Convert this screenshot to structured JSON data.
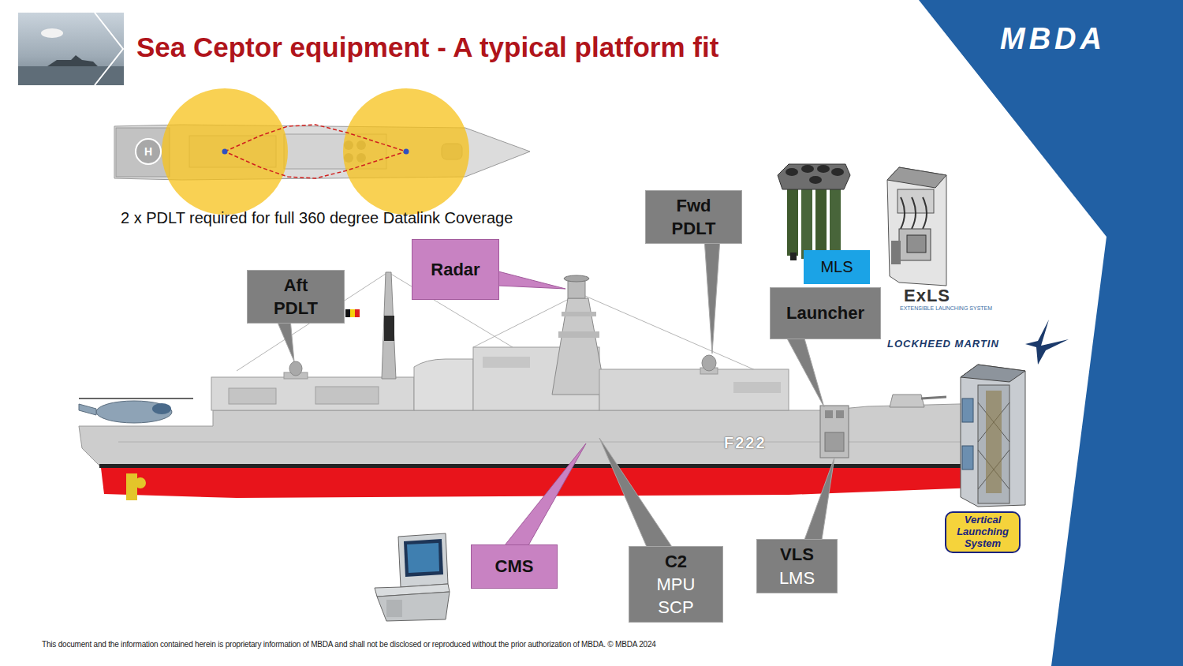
{
  "diagram": {
    "title": "Sea Ceptor equipment - A typical platform fit",
    "nodes": [
      {
        "text": [
          "Aft PDLT"
        ]
      },
      {
        "text": [
          "Radar"
        ]
      },
      {
        "text": [
          "Fwd PDLT"
        ]
      },
      {
        "text": [
          "MLS"
        ]
      },
      {
        "text": [
          "Launcher"
        ]
      },
      {
        "text": [
          "CMS"
        ]
      },
      {
        "text": [
          "C2",
          "MPU SCP"
        ]
      },
      {
        "text": [
          "VLS",
          "LMS"
        ]
      }
    ],
    "labels": [
      "MBDA",
      "2 x PDLT required for full 360 degree Datalink Coverage",
      "H",
      "F222",
      "ExLS",
      "EXTENSIBLE LAUNCHING SYSTEM",
      "LOCKHEED MARTIN",
      "Vertical Launching System",
      "This document and the information contained herein is proprietary information of MBDA and shall not be disclosed or reproduced without the prior authorization of MBDA. © MBDA 2024"
    ]
  }
}
